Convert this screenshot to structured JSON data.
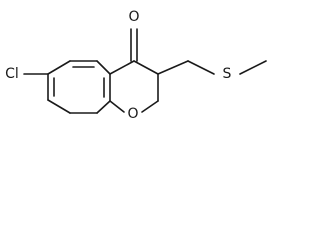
{
  "structure": {
    "atoms": {
      "chlorine": "Cl",
      "ketone_oxygen": "O",
      "ring_oxygen": "O",
      "sulfur": "S"
    },
    "colors": {
      "bond": "#1a1a1a",
      "label": "#1a1a1a",
      "background": "#ffffff"
    }
  }
}
